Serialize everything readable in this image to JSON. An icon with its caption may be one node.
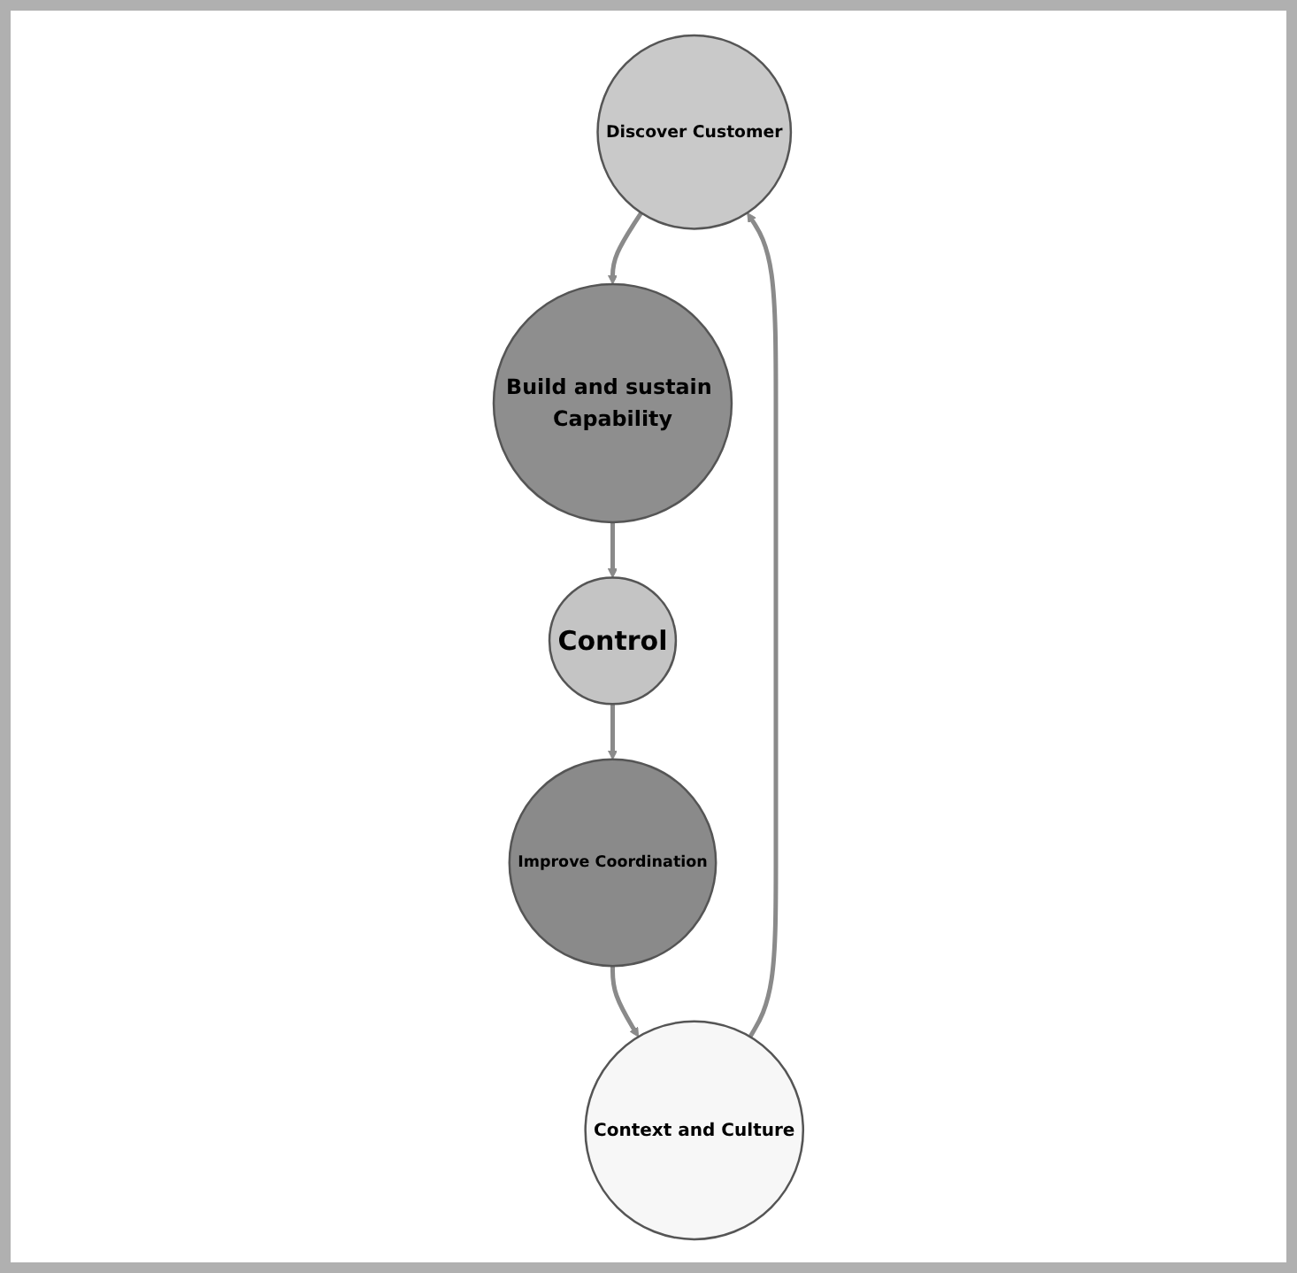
{
  "diagram": {
    "nodes": [
      {
        "text": [
          "Discover Customer"
        ]
      },
      {
        "text": [
          "Build and sustain Capability"
        ]
      },
      {
        "text": [
          "Control"
        ]
      },
      {
        "text": [
          "Improve Coordination"
        ]
      },
      {
        "text": [
          "Context and Culture"
        ]
      }
    ],
    "edges": [
      {
        "from": 0,
        "to": 1,
        "arrow": "to"
      },
      {
        "from": 1,
        "to": 2,
        "arrow": "to"
      },
      {
        "from": 2,
        "to": 3,
        "arrow": "to"
      },
      {
        "from": 3,
        "to": 4,
        "arrow": "to"
      },
      {
        "from": 4,
        "to": 0,
        "arrow": "to"
      }
    ]
  }
}
